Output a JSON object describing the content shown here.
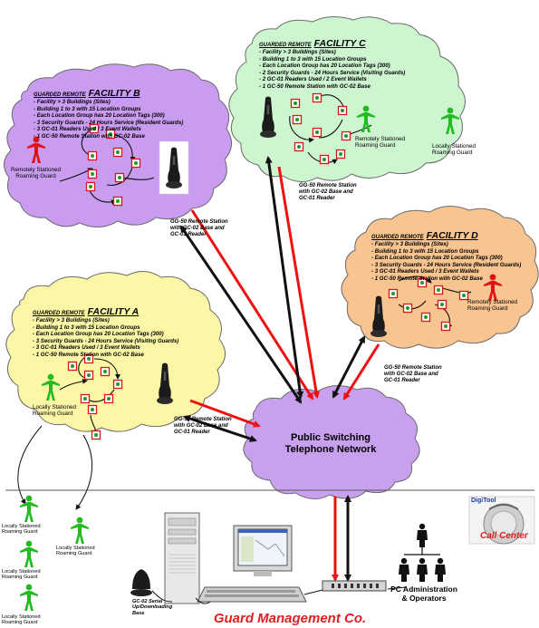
{
  "facility_b": {
    "prefix": "GUARDED REMOTE",
    "name": "FACILITY B",
    "bullets": [
      "- Facility > 3 Buildings (Sites)",
      "- Building  1 to 3 with 15 Location Groups",
      "- Each Location Group has 20 Location Tags (300)",
      "- 3 Security Guards - 24 Hours Service (Resident Guards)",
      "- 3 GC-01 Readers Used / 3 Event Wallets",
      "- 1 GC-50 Remote Station with GC-02 Base"
    ],
    "guard_label": [
      "Remotely Stationed",
      "Roaming Guard"
    ],
    "station_label": [
      "GG-50 Remote Station",
      "with GC-02 Base and",
      "GC-01 Reader"
    ]
  },
  "facility_c": {
    "prefix": "GUARDED REMOTE",
    "name": "FACILITY C",
    "bullets": [
      "- Facility > 3 Buildings (Sites)",
      "- Building  1 to 3 with 15 Location Groups",
      "- Each Location Group has 20 Location Tags (300)",
      "- 2 Security Guards - 24 Hours Service (Visiting Guards)",
      "- 2 GC-01 Readers Used / 2 Event Wallets",
      "- 1 GC-50 Remote Station with GC-02 Base"
    ],
    "guard_label": [
      "Remotely Stationed",
      "Roaming Guard"
    ],
    "outside_guard_label": [
      "Locally Stationed",
      "Roaming Guard"
    ],
    "station_label": [
      "GG-50 Remote Station",
      "with GC-02 Base and",
      "GC-01 Reader"
    ]
  },
  "facility_d": {
    "prefix": "GUARDED REMOTE",
    "name": "FACILITY D",
    "bullets": [
      "- Facility > 3 Buildings (Sites)",
      "- Building  1 to 3 with 15 Location Groups",
      "- Each Location Group has 20 Location Tags (300)",
      "- 3 Security Guards - 24 Hours Service (Resident Guards)",
      "- 3 GC-01 Readers Used / 3 Event Wallets",
      "- 1 GC-50 Remote Station with GC-02 Base"
    ],
    "guard_label": [
      "Remotely Stationed",
      "Roaming Guard"
    ],
    "station_label": [
      "GG-50 Remote Station",
      "with GC-02 Base and",
      "GC-01 Reader"
    ]
  },
  "facility_a": {
    "prefix": "GUARDED REMOTE",
    "name": "FACILITY A",
    "bullets": [
      "- Facility > 3 Buildings (Sites)",
      "- Building  1 to 3 with 15 Location Groups",
      "- Each Location Group has 20 Location Tags (300)",
      "- 3 Security Guards - 24 Hours Service (Visiting Guards)",
      "- 3 GC-01 Readers Used / 3 Event Wallets",
      "- 1 GC-50 Remote Station with GC-02 Base"
    ],
    "guard_label": [
      "Locally Stationed",
      "Roaming Guard"
    ],
    "station_label": [
      "GG-50 Remote Station",
      "with GC-02 Base and",
      "GC-01 Reader"
    ]
  },
  "network": {
    "line1": "Public Switching",
    "line2": "Telephone Network"
  },
  "hq": {
    "guards": [
      {
        "line1": "Locally Stationed",
        "line2": "Roaming Guard"
      },
      {
        "line1": "Locally Stationed",
        "line2": "Roaming Guard"
      },
      {
        "line1": "Locally Stationed",
        "line2": "Roaming Guard"
      },
      {
        "line1": "Locally Stationed",
        "line2": "Roaming Guard"
      }
    ],
    "base_label": [
      "GC-02 Serial",
      "Up/Downloading",
      "Base"
    ],
    "operators_label": [
      "PC Administration",
      "& Operators"
    ],
    "company_name": "Guard Management Co.",
    "logo_brand": "DigiTool",
    "logo_text": "Call Center"
  },
  "colors": {
    "facility_b": "#c99cf0",
    "facility_c": "#cdf5d0",
    "facility_d": "#f8c48f",
    "facility_a": "#fbf7a6",
    "network": "#c7a0ee",
    "red_arrow": "#ee1111",
    "black_arrow": "#111111",
    "guard_red": "#e01010",
    "guard_green": "#22bb22",
    "company_name": "#e02020"
  }
}
